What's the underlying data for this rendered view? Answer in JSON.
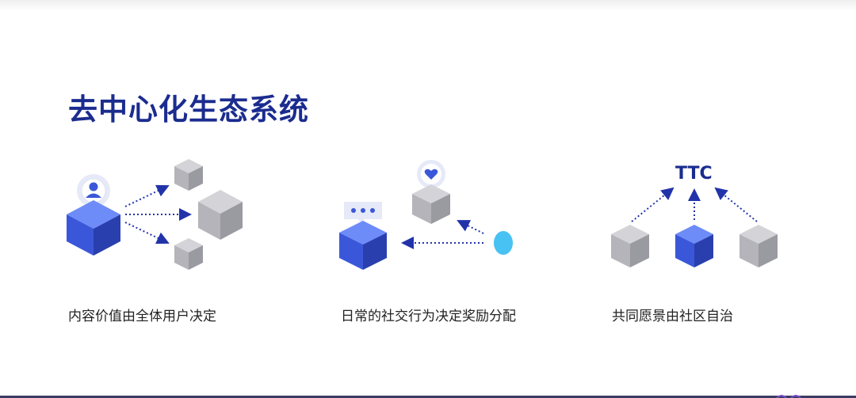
{
  "slide": {
    "title": "去中心化生态系统",
    "sections": [
      {
        "caption": "内容价值由全体用户决定"
      },
      {
        "caption": "日常的社交行为决定奖励分配"
      },
      {
        "caption": "共同愿景由社区自治",
        "label": "TTC"
      }
    ]
  },
  "colors": {
    "title": "#1b2c8f",
    "cube_blue_top": "#6d8cf7",
    "cube_blue_left": "#3b57d9",
    "cube_blue_right": "#2a3fae",
    "cube_gray_top": "#d4d4d8",
    "cube_gray_left": "#b4b4ba",
    "cube_gray_right": "#9a9aa1",
    "arrow": "#2233aa",
    "accent_cyan": "#47c2f2"
  },
  "icons": [
    "user-avatar-icon",
    "heart-icon",
    "chat-bubble-icon",
    "drop-icon"
  ]
}
